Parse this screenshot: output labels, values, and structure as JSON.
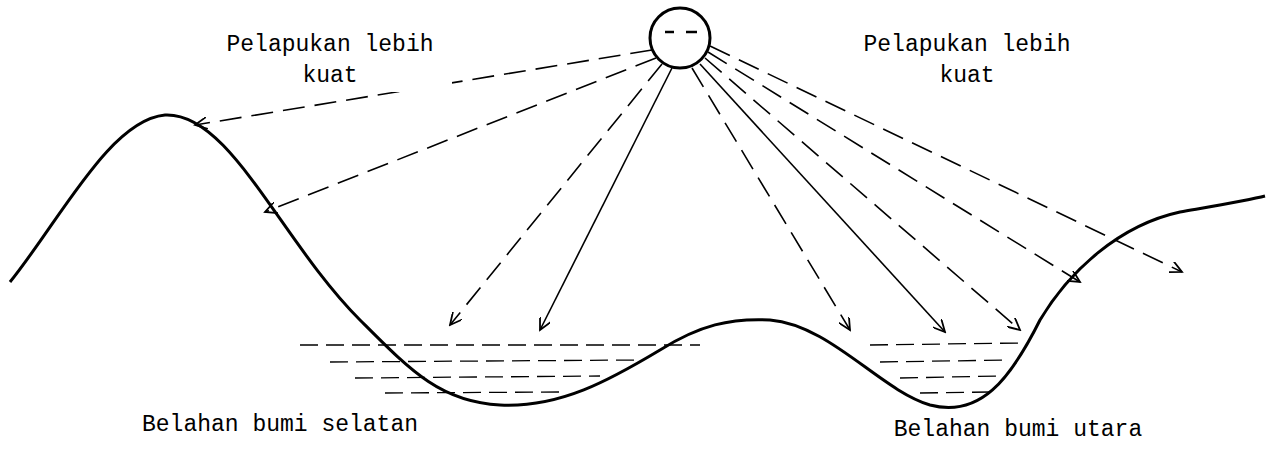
{
  "diagram": {
    "labels": [
      "Pelapukan lebih kuat",
      "Pelapukan lebih kuat",
      "Belahan bumi selatan",
      "Belahan bumi utara"
    ]
  }
}
